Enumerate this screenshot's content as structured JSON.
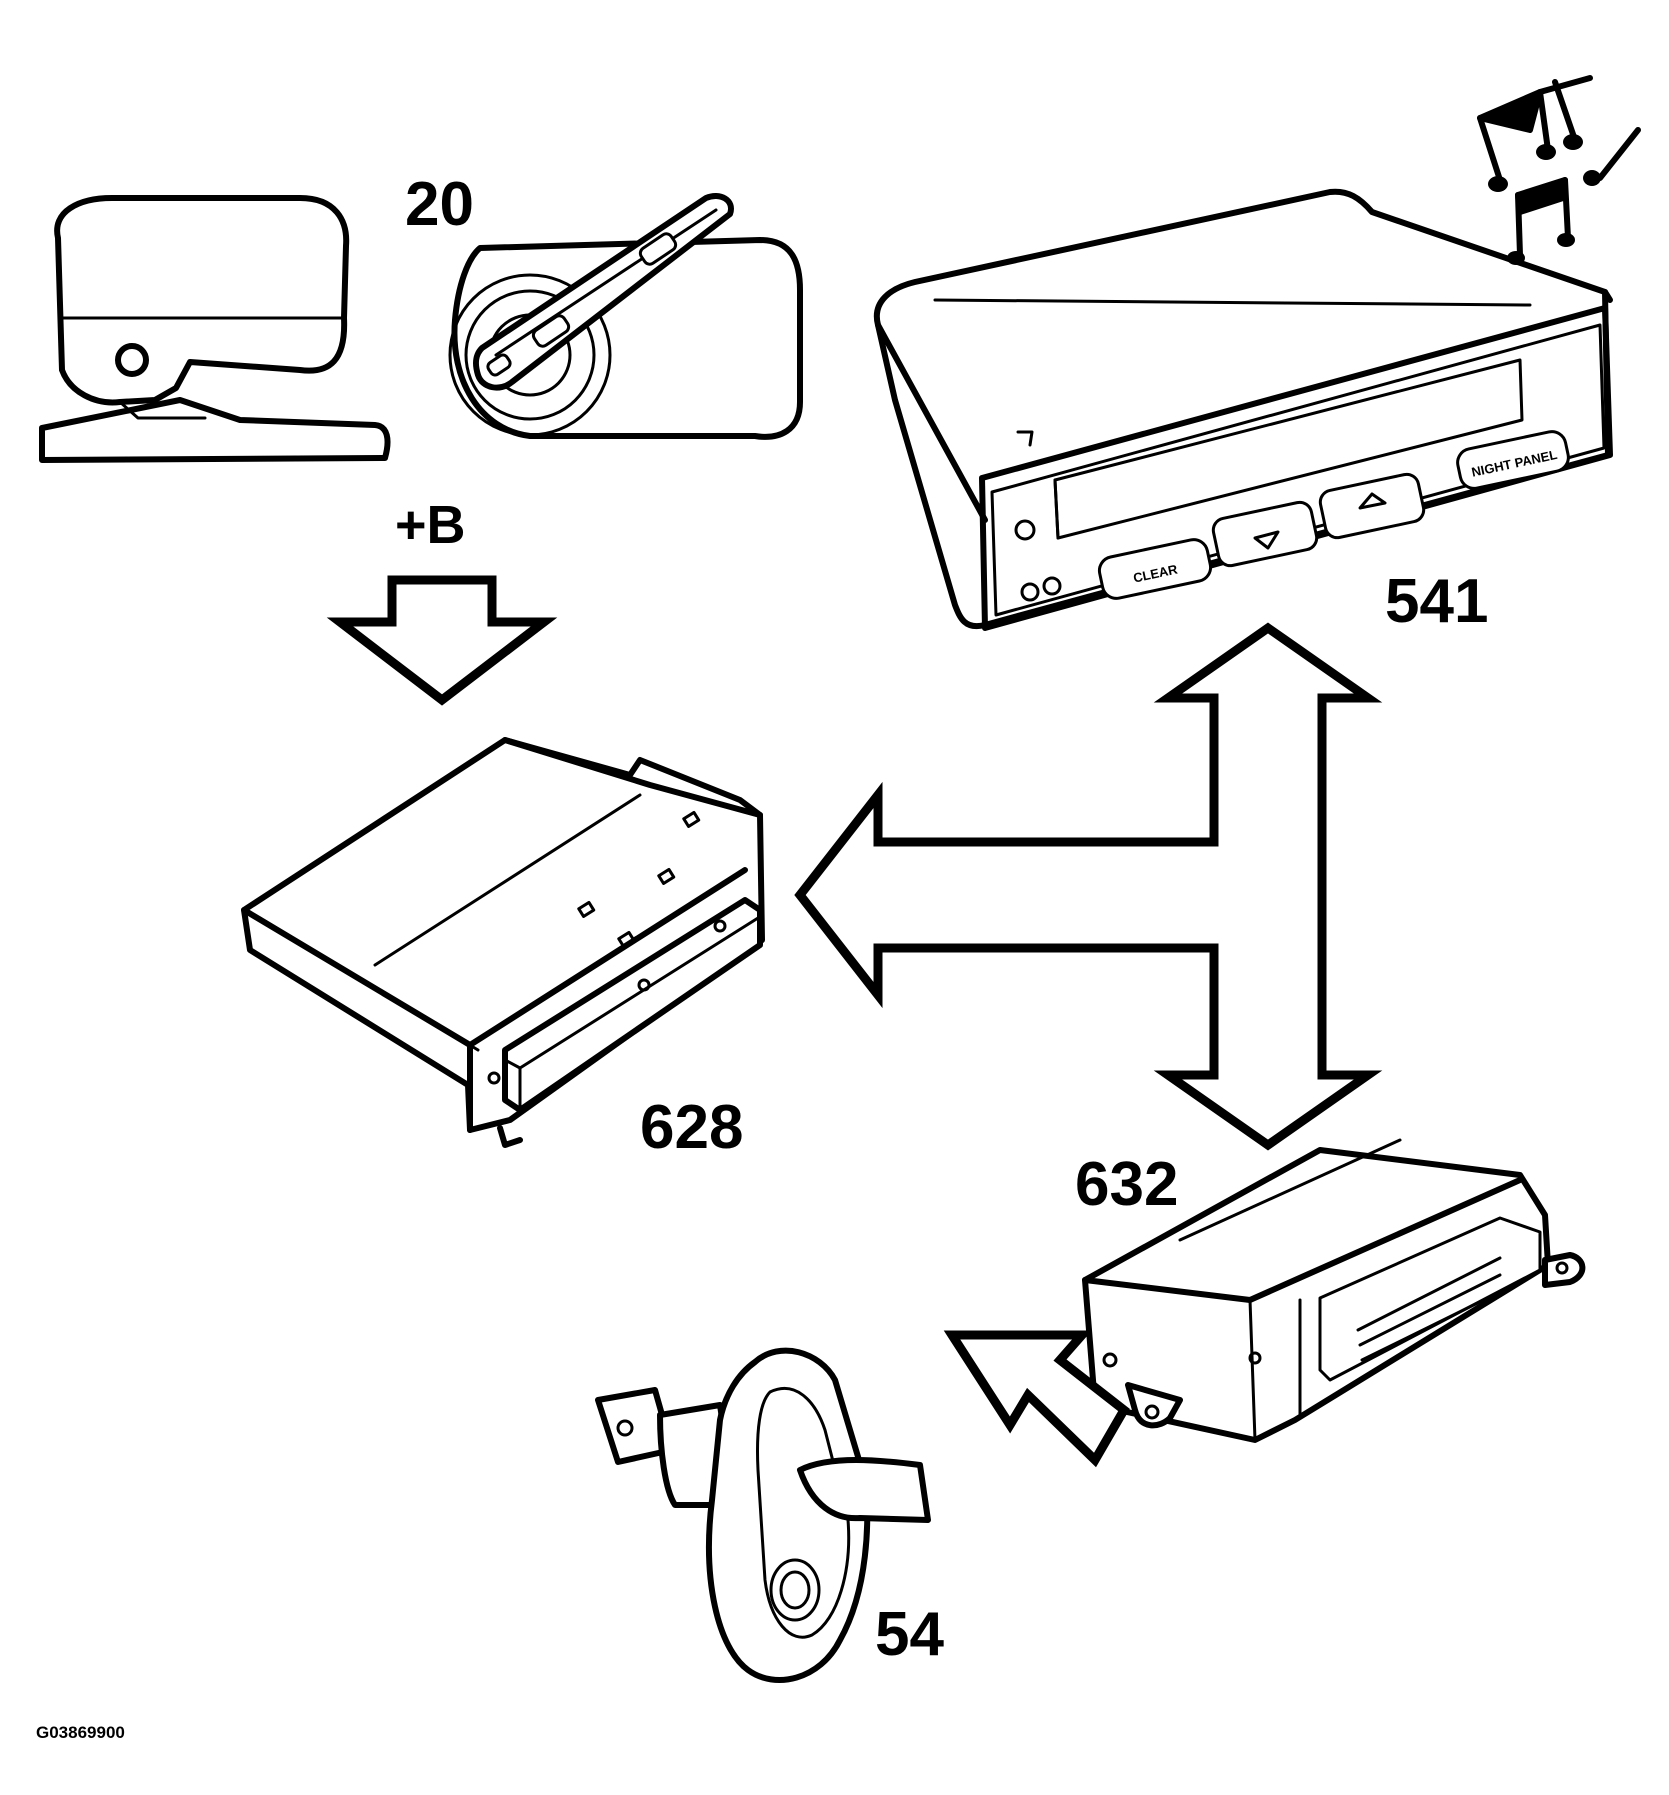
{
  "labels": {
    "part_20": "20",
    "supply": "+B",
    "part_541": "541",
    "part_628": "628",
    "part_632": "632",
    "part_54": "54",
    "figure_id": "G03869900"
  },
  "display_unit": {
    "button_clear": "CLEAR",
    "button_night_panel": "NIGHT PANEL"
  },
  "icons": [
    "music-notes-icon",
    "ignition-switch-icon",
    "door-switch-icon"
  ]
}
